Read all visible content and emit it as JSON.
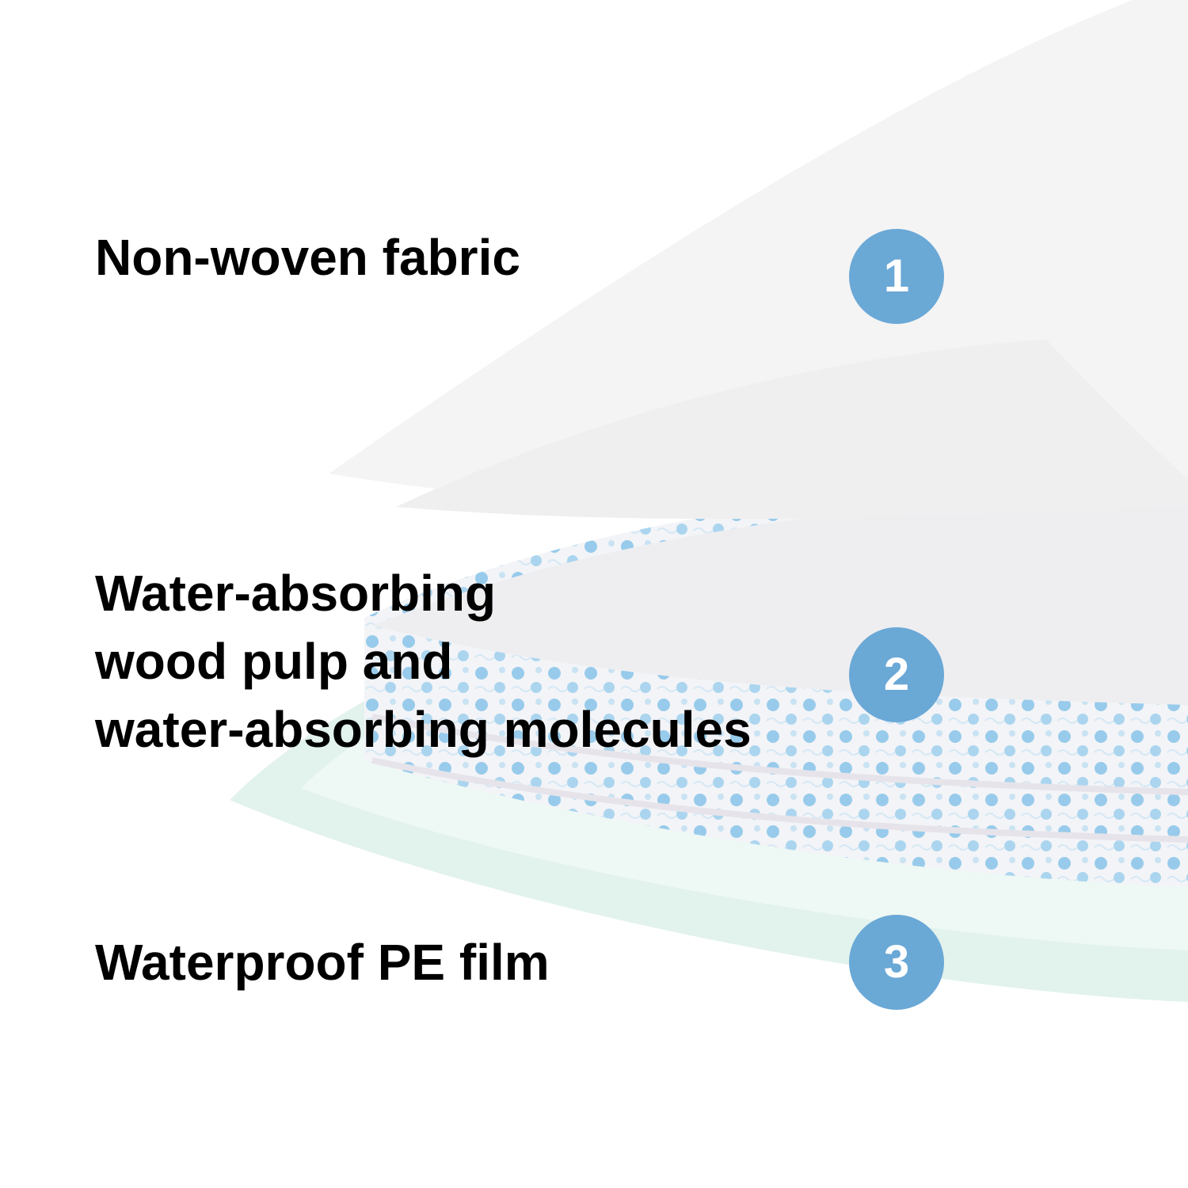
{
  "colors": {
    "badge": "#6aa8d6",
    "badge_text": "#ffffff",
    "label_text": "#000000",
    "nonwoven_layer": "#f5f5f5",
    "absorbent_core": "#f1f1f3",
    "absorbent_dots": "#8ec7ea",
    "pe_film": "#e2f2ec"
  },
  "layers": [
    {
      "number": "1",
      "label_lines": [
        "Non-woven fabric"
      ]
    },
    {
      "number": "2",
      "label_lines": [
        "Water-absorbing",
        "wood pulp and",
        "water-absorbing molecules"
      ]
    },
    {
      "number": "3",
      "label_lines": [
        "Waterproof PE film"
      ]
    }
  ]
}
